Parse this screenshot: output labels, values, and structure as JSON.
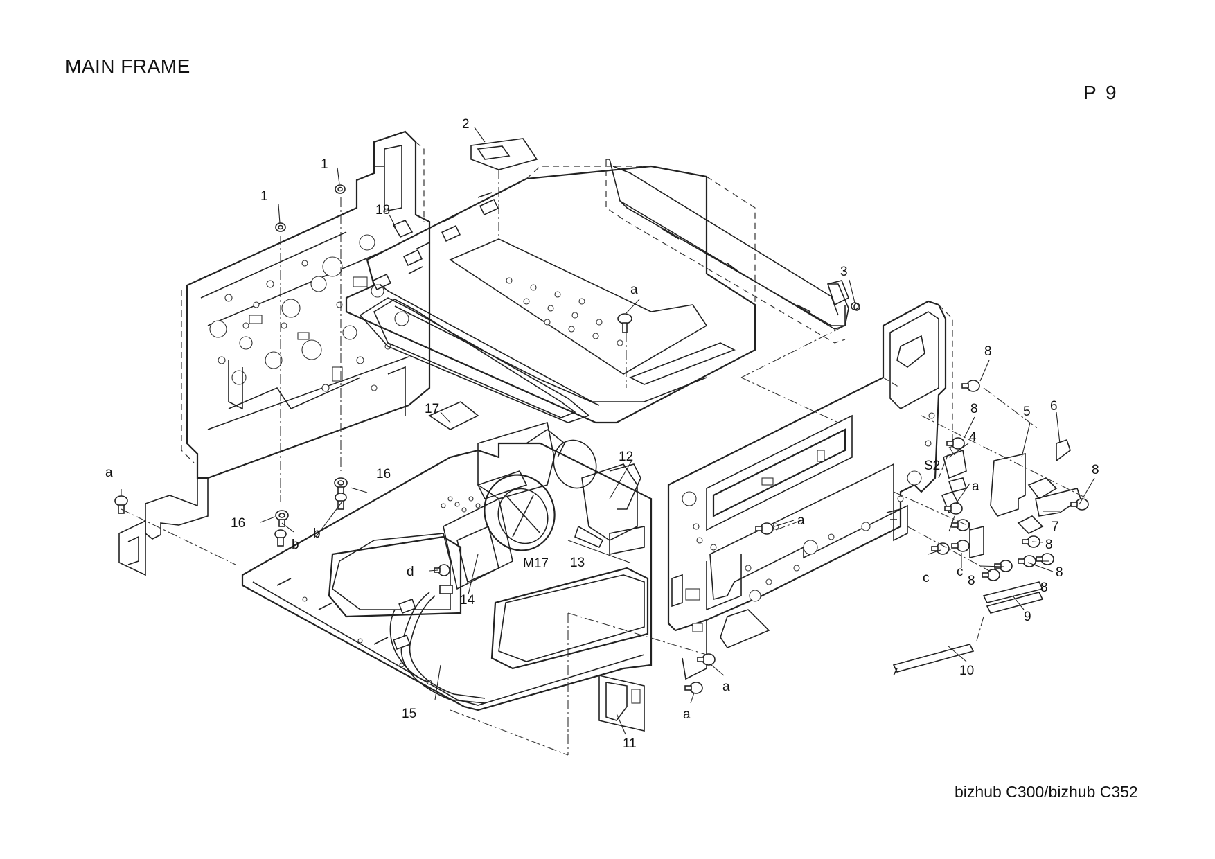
{
  "header": {
    "title": "MAIN FRAME",
    "page": "P 9"
  },
  "footer": {
    "model": "bizhub C300/bizhub C352"
  },
  "callouts": {
    "c1a": "1",
    "c1b": "1",
    "c2": "2",
    "c3": "3",
    "c4": "4",
    "c5": "5",
    "c6": "6",
    "c7": "7",
    "c8a": "8",
    "c8b": "8",
    "c8c": "8",
    "c8d": "8",
    "c8e": "8",
    "c8f": "8",
    "c8g": "8",
    "c9": "9",
    "c10": "10",
    "c11": "11",
    "c12": "12",
    "c13": "13",
    "c14": "14",
    "c15": "15",
    "c16a": "16",
    "c16b": "16",
    "c17": "17",
    "c18": "18",
    "ma1": "a",
    "ma2": "a",
    "ma3": "a",
    "ma4": "a",
    "ma5": "a",
    "ma6": "a",
    "mb1": "b",
    "mb2": "b",
    "mc1": "c",
    "mc2": "c",
    "md1": "d",
    "m17": "M17",
    "s2": "S2"
  }
}
